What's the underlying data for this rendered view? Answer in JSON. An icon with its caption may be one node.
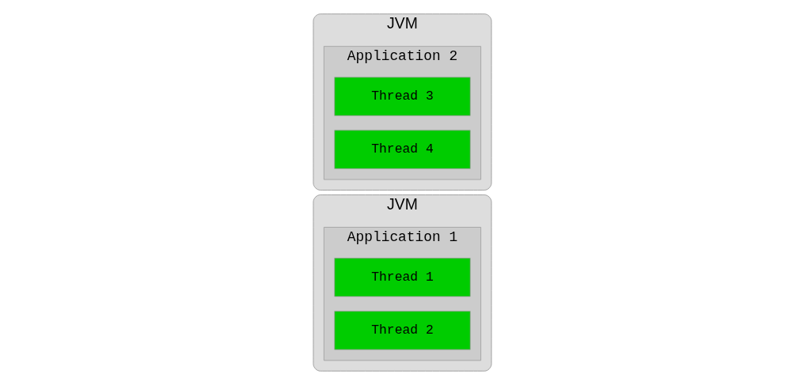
{
  "diagram": {
    "nodes": [
      {
        "text": [
          "JVM"
        ]
      },
      {
        "text": [
          "Application 1"
        ],
        "in": 0
      },
      {
        "text": [
          "Thread 1"
        ],
        "in": 1
      },
      {
        "text": [
          "Thread 2"
        ],
        "in": 1
      },
      {
        "text": [
          "JVM"
        ]
      },
      {
        "text": [
          "Application 2"
        ],
        "in": 4
      },
      {
        "text": [
          "Thread 3"
        ],
        "in": 5
      },
      {
        "text": [
          "Thread 4"
        ],
        "in": 5
      }
    ],
    "edges": []
  }
}
